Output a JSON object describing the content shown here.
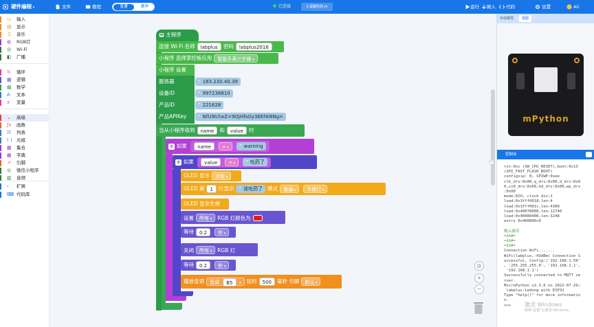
{
  "app": {
    "title": "硬件编程",
    "menus": [
      "文件",
      "教程"
    ],
    "mode_on": "普通",
    "mode_off": "教学",
    "status": "已连接",
    "file_tab": "3.提醒吃药.m",
    "actions": [
      "运行",
      "刷入",
      "代码",
      "设置"
    ],
    "user": "Ali"
  },
  "sidebar": [
    {
      "label": "输入",
      "color": "#f08a25",
      "icon": "▭"
    },
    {
      "label": "显示",
      "color": "#f08a25",
      "icon": "▤"
    },
    {
      "label": "音乐",
      "color": "#f08a25",
      "icon": "♫"
    },
    {
      "label": "RGB灯",
      "color": "#9b3cd1",
      "icon": "◍"
    },
    {
      "label": "Wi-Fi",
      "color": "#2f7a3a",
      "icon": "◎"
    },
    {
      "label": "广播",
      "color": "#2f7a3a",
      "icon": "◧"
    },
    {
      "label": "循环",
      "color": "#e83c8e",
      "icon": "↻"
    },
    {
      "label": "逻辑",
      "color": "#5d4fd8",
      "icon": "▦"
    },
    {
      "label": "数学",
      "color": "#3fa05a",
      "icon": "▦"
    },
    {
      "label": "文本",
      "color": "#3b78c6",
      "icon": "A"
    },
    {
      "label": "变量",
      "color": "#e83c8e",
      "icon": "x"
    },
    {
      "label": "高级",
      "color": "#e63c3c",
      "icon": "⌄"
    },
    {
      "label": "函数",
      "color": "#e06a2d",
      "icon": "ƒx"
    },
    {
      "label": "列表",
      "color": "#3b78c6",
      "icon": "☷"
    },
    {
      "label": "元组",
      "color": "#3b78c6",
      "icon": "( )"
    },
    {
      "label": "集合",
      "color": "#9b3cd1",
      "icon": "▦"
    },
    {
      "label": "字典",
      "color": "#9b3cd1",
      "icon": "▦"
    },
    {
      "label": "引脚",
      "color": "#e06a2d",
      "icon": "↗"
    },
    {
      "label": "微信小程序",
      "color": "#2f7a3a",
      "icon": "◎"
    },
    {
      "label": "音频",
      "color": "#2f7a3a",
      "icon": "▥"
    },
    {
      "label": "扩展",
      "color": "#1976e8",
      "icon": "›"
    },
    {
      "label": "代码库",
      "color": "#1976e8",
      "icon": "⌨"
    }
  ],
  "blocks": {
    "hat": "主程序",
    "wifi": {
      "label": "连接 Wi-Fi 名称",
      "ssid": "labplus",
      "pwd_label": "密码",
      "pwd": "labplus2016"
    },
    "app": {
      "label": "小程序 选择掌控板应用",
      "value": "智能手表计步器"
    },
    "setup": "小程序 设置",
    "server": {
      "label": "服务器",
      "value": "183.230.40.39"
    },
    "device": {
      "label": "设备ID",
      "value": "997238810"
    },
    "product": {
      "label": "产品ID",
      "value": "221628"
    },
    "apikey": {
      "label": "产品APIKey",
      "value": "NfU9lchxZ=9OjHfsOy3EEf4l8Ng="
    },
    "on_recv": {
      "label": "当从小程序收到",
      "name": "name",
      "and": "和",
      "value": "value",
      "when": "时"
    },
    "if1": {
      "kw": "如果",
      "var": "name",
      "op": "=",
      "val": "warning"
    },
    "if2": {
      "kw": "如果",
      "var": "value",
      "op": "=",
      "val": "吃药了"
    },
    "oled_show": {
      "label": "OLED 显示",
      "value": "清空"
    },
    "oled_line": {
      "label1": "OLED 第",
      "line": "1",
      "label2": "行显示",
      "text": "该吃药了",
      "mode_label": "模式",
      "mode": "普通",
      "wrap": "不换行"
    },
    "oled_commit": "OLED 显示生效",
    "rgb_set": {
      "label": "设置",
      "which": "所有",
      "label2": "RGB 灯颜色为",
      "color": "#e21b1b"
    },
    "wait1": {
      "label": "等待",
      "num": "0.2",
      "unit": "秒"
    },
    "rgb_off": {
      "label": "关闭",
      "which": "所有",
      "label2": "RGB 灯"
    },
    "wait2": {
      "label": "等待",
      "num": "0.2",
      "unit": "秒"
    },
    "play": {
      "label": "播放音调",
      "note_label": "音调",
      "note": "B5",
      "delay_label": "延时",
      "delay": "500",
      "unit": "毫秒 引脚",
      "pin": "默认"
    }
  },
  "right": {
    "tab1": "示动掌控",
    "tab2": "视图",
    "console_title": "控制台",
    "board_logo": "mPython"
  },
  "console": [
    "rst:0xc (SW_CPU_RESET),boot:0x13",
    "(SPI_FAST_FLASH_BOOT)",
    "configsip: 0, SPIWP:0xee",
    "clk_drv:0x00,q_drv:0x00,d_drv:0x0",
    "0,cs0_drv:0x00,hd_drv:0x00,wp_drv",
    ":0x00",
    "mode:DIO, clock div:2",
    "load:0x3fff0018,len:4",
    "load:0x3fff001c,len:4300",
    "load:0x40078000,len:12740",
    "load:0x40080400,len:3248",
    "entry 0x400806c0",
    "",
    "刷入成功",
    "=$%#=",
    "=$%#=",
    "=$%#=",
    "Connection WiFi.......",
    "WiFi(labplus,-43dBm) Connection S",
    "uccessful, Config:('192.168.1.50'",
    ", '255.255.255.0', '192.168.1.1',",
    " '192.168.1.1')",
    "Successfully connected to MQTT se",
    "rver.",
    "MicroPython v2.3.6 on 2022-07-29;",
    " labplus-Ledong with ESP32",
    "Type \"help()\" for more informatio",
    "n.",
    ">>>"
  ],
  "watermark": {
    "line1": "激活 Windows",
    "line2": "转到\"设置\"以激活 Windows。"
  }
}
